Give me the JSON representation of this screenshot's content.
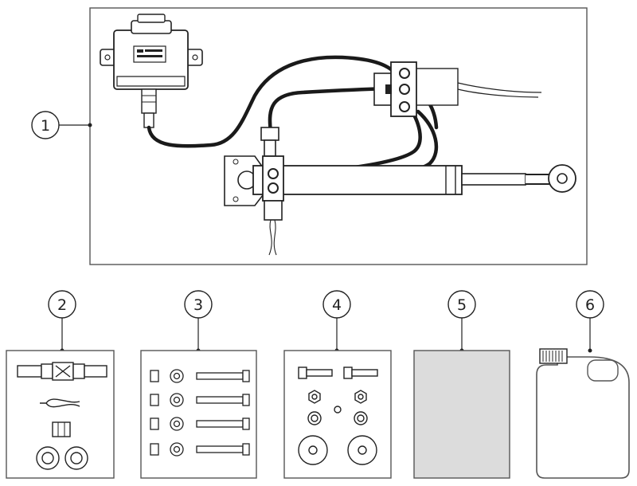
{
  "callouts": [
    {
      "number": "1"
    },
    {
      "number": "2"
    },
    {
      "number": "3"
    },
    {
      "number": "4"
    },
    {
      "number": "5"
    },
    {
      "number": "6"
    }
  ],
  "colors": {
    "line": "#1a1a1a",
    "frame": "#555555",
    "document_fill": "#dcdcdc",
    "background": "#ffffff"
  },
  "icons": {
    "kit_1": "steering-actuator-system",
    "kit_2": "connector-pin-nut-washers",
    "kit_3": "bolts-nuts-washers-set",
    "kit_4": "mounting-bolts-nuts-washers",
    "kit_5": "manual-document",
    "kit_6": "oil-canister"
  }
}
